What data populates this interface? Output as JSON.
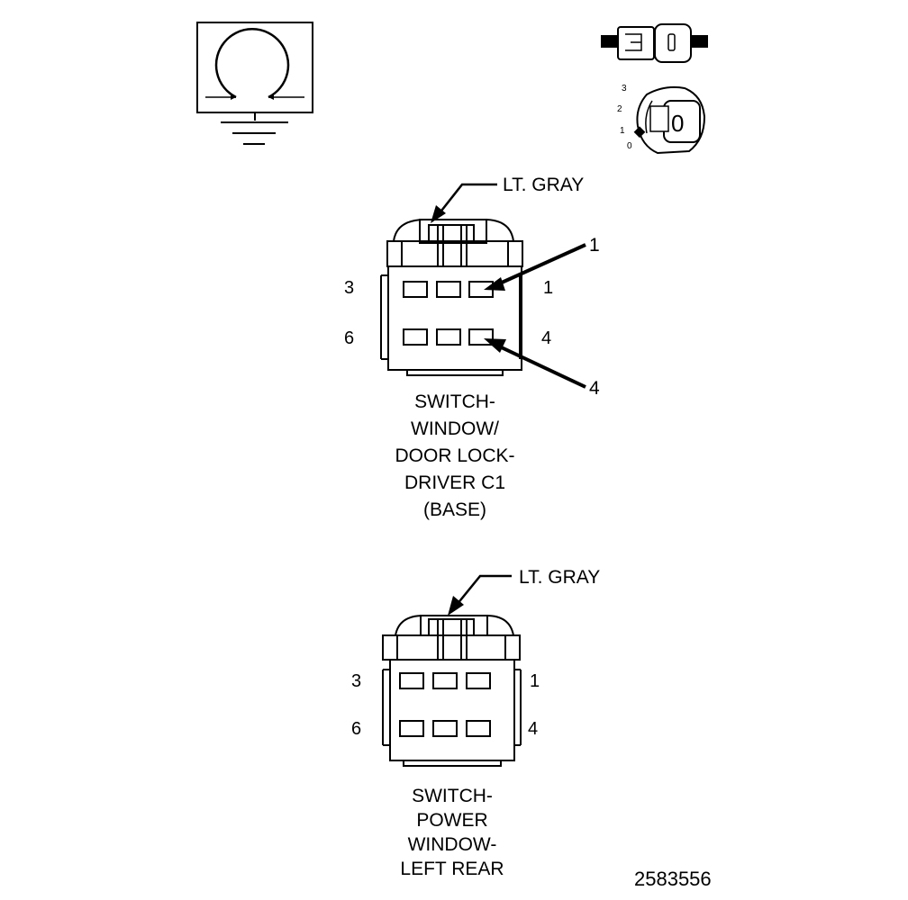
{
  "legend": {
    "ground_symbol": "ground-icon",
    "connector_symbol": "inline-connector-icon",
    "ignition_switch": {
      "icon": "ignition-key-icon",
      "positions": [
        "3",
        "2",
        "1",
        "0"
      ],
      "key_label": "0"
    }
  },
  "connector_1": {
    "color_label": "LT. GRAY",
    "pin_labels": {
      "top_left": "3",
      "top_right": "1",
      "bottom_left": "6",
      "bottom_right": "4"
    },
    "callouts": [
      "1",
      "4"
    ],
    "caption": [
      "SWITCH-",
      "WINDOW/",
      "DOOR LOCK-",
      "DRIVER C1",
      "(BASE)"
    ]
  },
  "connector_2": {
    "color_label": "LT. GRAY",
    "pin_labels": {
      "top_left": "3",
      "top_right": "1",
      "bottom_left": "6",
      "bottom_right": "4"
    },
    "caption": [
      "SWITCH-",
      "POWER",
      "WINDOW-",
      "LEFT REAR"
    ]
  },
  "figure_number": "2583556"
}
